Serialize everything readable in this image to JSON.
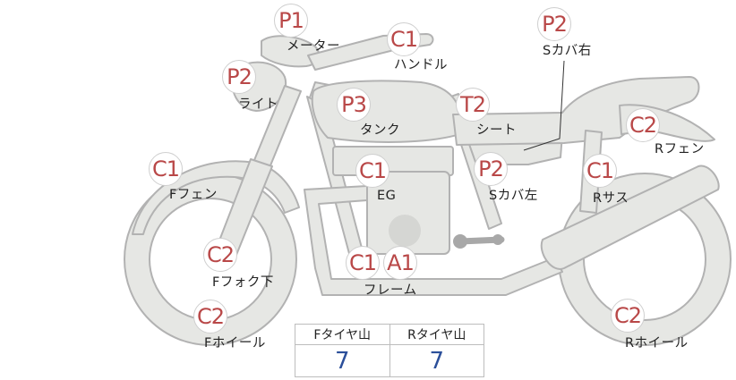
{
  "colors": {
    "grade_text": "#b94848",
    "part_fill": "#e6e7e4",
    "part_stroke": "#b2b2b2",
    "tread_value": "#2b4f9a"
  },
  "parts": [
    {
      "id": "meter",
      "grade": "P1",
      "label": "メーター"
    },
    {
      "id": "handle",
      "grade": "C1",
      "label": "ハンドル"
    },
    {
      "id": "seat-cover-r",
      "grade": "P2",
      "label": "Sカバ右"
    },
    {
      "id": "light",
      "grade": "P2",
      "label": "ライト"
    },
    {
      "id": "tank",
      "grade": "P3",
      "label": "タンク"
    },
    {
      "id": "seat",
      "grade": "T2",
      "label": "シート"
    },
    {
      "id": "rear-fender",
      "grade": "C2",
      "label": "Rフェン"
    },
    {
      "id": "front-fender",
      "grade": "C1",
      "label": "Fフェン"
    },
    {
      "id": "engine",
      "grade": "C1",
      "label": "EG"
    },
    {
      "id": "seat-cover-l",
      "grade": "P2",
      "label": "Sカバ左"
    },
    {
      "id": "rear-susp",
      "grade": "C1",
      "label": "Rサス"
    },
    {
      "id": "front-fork",
      "grade": "C2",
      "label": "Fフォク下"
    },
    {
      "id": "frame",
      "grade": "C1",
      "grade2": "A1",
      "label": "フレーム"
    },
    {
      "id": "front-wheel",
      "grade": "C2",
      "label": "Fホイール"
    },
    {
      "id": "rear-wheel",
      "grade": "C2",
      "label": "Rホイール"
    }
  ],
  "tires": {
    "front_header": "Fタイヤ山",
    "rear_header": "Rタイヤ山",
    "front_value": "7",
    "rear_value": "7"
  }
}
